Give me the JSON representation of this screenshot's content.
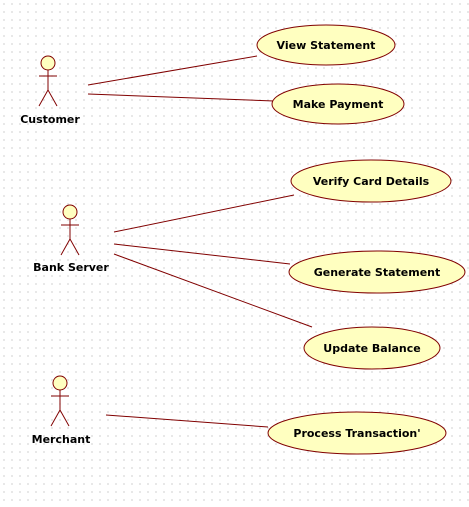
{
  "colors": {
    "usecase_fill": "#ffffc0",
    "outline": "#800000",
    "association": "#800000",
    "actor_fill": "#ffffc0",
    "grid_dot": "#c9c9c9"
  },
  "actors": [
    {
      "id": "customer",
      "label": "Customer"
    },
    {
      "id": "bank-server",
      "label": "Bank Server"
    },
    {
      "id": "merchant",
      "label": "Merchant"
    }
  ],
  "use_cases": [
    {
      "id": "view-statement",
      "label": "View Statement"
    },
    {
      "id": "make-payment",
      "label": "Make Payment"
    },
    {
      "id": "verify-card-details",
      "label": "Verify Card Details"
    },
    {
      "id": "generate-statement",
      "label": "Generate Statement"
    },
    {
      "id": "update-balance",
      "label": "Update Balance"
    },
    {
      "id": "process-transaction",
      "label": "Process Transaction'"
    }
  ],
  "associations": [
    {
      "actor": "customer",
      "use_case": "view-statement"
    },
    {
      "actor": "customer",
      "use_case": "make-payment"
    },
    {
      "actor": "bank-server",
      "use_case": "verify-card-details"
    },
    {
      "actor": "bank-server",
      "use_case": "generate-statement"
    },
    {
      "actor": "bank-server",
      "use_case": "update-balance"
    },
    {
      "actor": "merchant",
      "use_case": "process-transaction"
    }
  ]
}
